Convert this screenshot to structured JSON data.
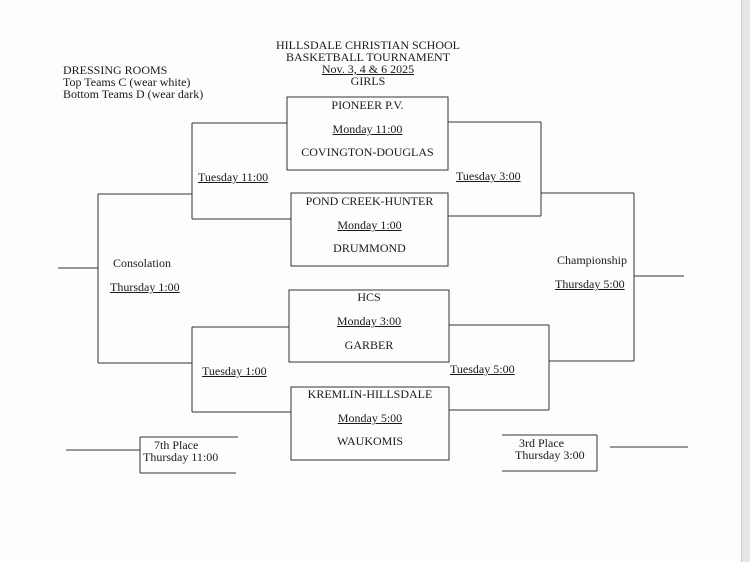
{
  "header": {
    "school": "HILLSDALE CHRISTIAN SCHOOL",
    "event": "BASKETBALL TOURNAMENT",
    "dates": "Nov. 3, 4 & 6  2025",
    "division": "GIRLS"
  },
  "dressing_rooms": {
    "title": "DRESSING ROOMS",
    "top": "Top Teams C (wear white)",
    "bottom": "Bottom Teams D (wear dark)"
  },
  "first_round": [
    {
      "top_team": "PIONEER P.V.",
      "time": "Monday  11:00",
      "bottom_team": "COVINGTON-DOUGLAS"
    },
    {
      "top_team": "POND CREEK-HUNTER",
      "time": "Monday  1:00",
      "bottom_team": "DRUMMOND"
    },
    {
      "top_team": "HCS",
      "time": "Monday  3:00",
      "bottom_team": "GARBER"
    },
    {
      "top_team": "KREMLIN-HILLSDALE",
      "time": "Monday  5:00",
      "bottom_team": "WAUKOMIS"
    }
  ],
  "second_round": {
    "cons_top": "Tuesday  11:00",
    "cons_bottom": "Tuesday  1:00",
    "semi_top": "Tuesday    3:00",
    "semi_bottom": "Tuesday   5:00"
  },
  "consolation": {
    "label": "Consolation",
    "time": "Thursday  1:00"
  },
  "championship": {
    "label": "Championship",
    "time": "Thursday   5:00"
  },
  "seventh_place": {
    "label": "7th Place",
    "time": "Thursday    11:00"
  },
  "third_place": {
    "label": "3rd Place",
    "time": "Thursday   3:00"
  }
}
